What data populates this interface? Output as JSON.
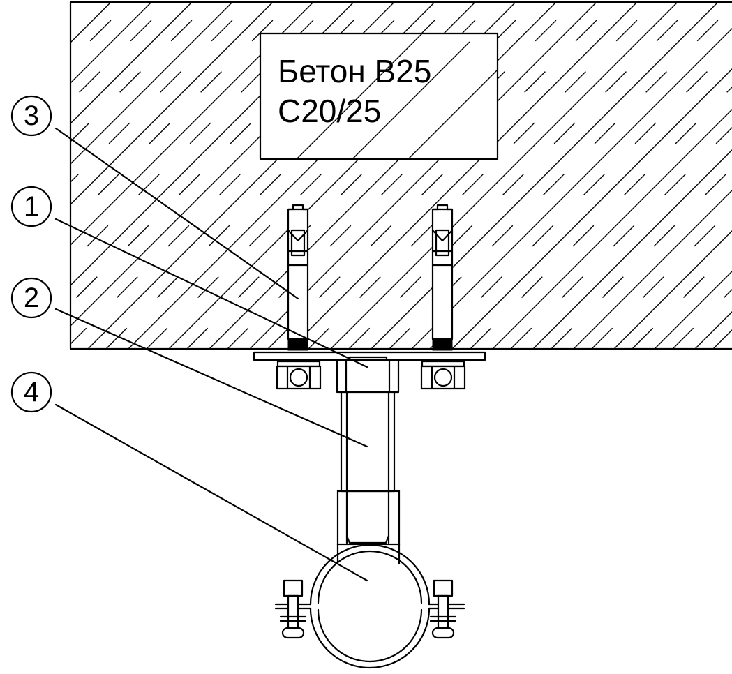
{
  "concrete": {
    "label_line1": "Бетон B25",
    "label_line2": "C20/25"
  },
  "callouts": [
    {
      "id": "3",
      "label": "3"
    },
    {
      "id": "1",
      "label": "1"
    },
    {
      "id": "2",
      "label": "2"
    },
    {
      "id": "4",
      "label": "4"
    }
  ],
  "colors": {
    "line": "#000000",
    "background": "#ffffff"
  }
}
